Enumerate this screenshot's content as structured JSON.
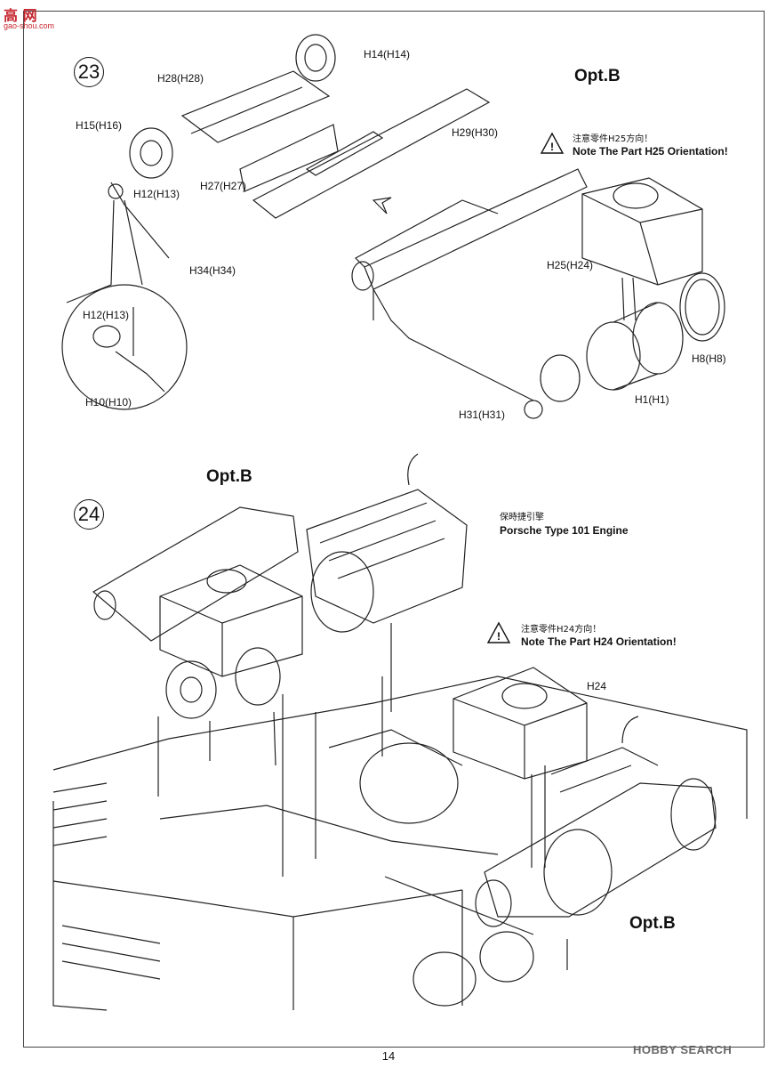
{
  "watermark": {
    "brand": "高 网",
    "url": "gao-shou.com"
  },
  "steps": {
    "s23": "23",
    "s24": "24"
  },
  "step23": {
    "opt": "Opt.B",
    "parts": {
      "h14": "H14(H14)",
      "h28": "H28(H28)",
      "h15": "H15(H16)",
      "h29": "H29(H30)",
      "h12": "H12(H13)",
      "h27": "H27(H27)",
      "h34": "H34(H34)",
      "h12_detail": "H12(H13)",
      "h10": "H10(H10)",
      "h25": "H25(H24)",
      "h8": "H8(H8)",
      "h1": "H1(H1)",
      "h31": "H31(H31)"
    },
    "warning_cn": "注意零件H25方向！",
    "warning_en": "Note The Part H25 Orientation!"
  },
  "step24": {
    "opt_top": "Opt.B",
    "engine_cn": "保時捷引擎",
    "engine_en": "Porsche Type 101 Engine",
    "warning_cn": "注意零件H24方向！",
    "warning_en": "Note The Part H24 Orientation!",
    "h24": "H24",
    "opt_bottom": "Opt.B"
  },
  "footer": {
    "page": "14",
    "site": "HOBBY SEARCH"
  }
}
